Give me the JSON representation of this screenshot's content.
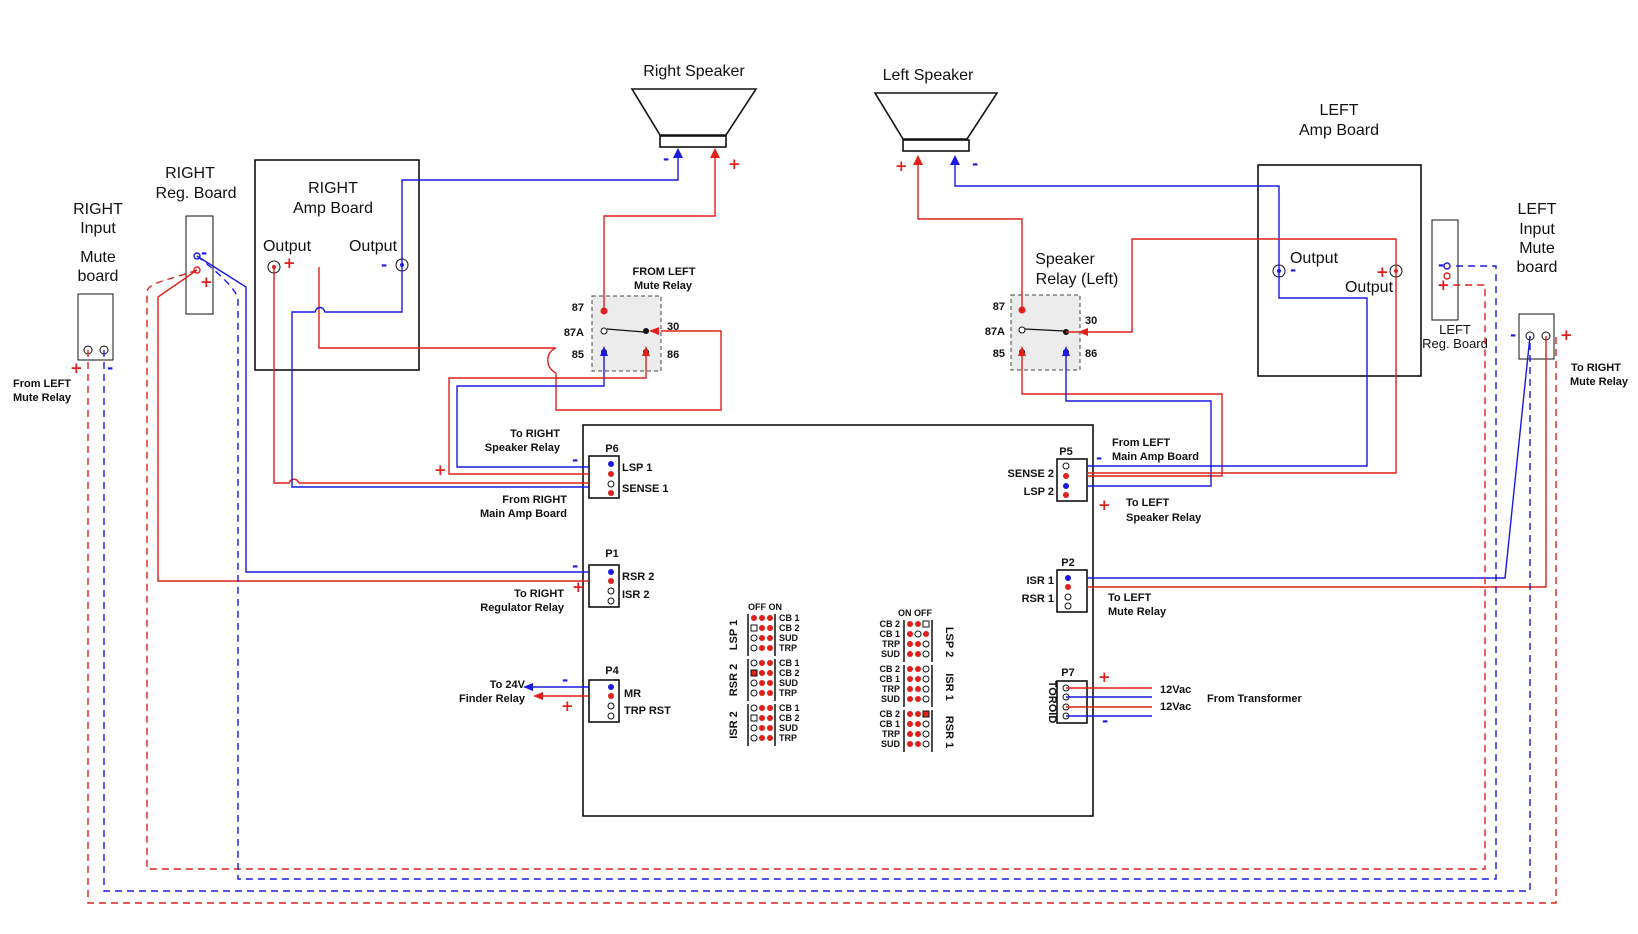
{
  "speakers": {
    "right": {
      "label": "Right Speaker"
    },
    "left": {
      "label": "Left Speaker"
    }
  },
  "right_input": {
    "line1": "RIGHT",
    "line2": "Input",
    "line3": "Mute",
    "line4": "board"
  },
  "right_reg": {
    "line1": "RIGHT",
    "line2": "Reg. Board"
  },
  "right_amp": {
    "line1": "RIGHT",
    "line2": "Amp Board",
    "out_plus": "Output",
    "out_minus": "Output"
  },
  "left_amp": {
    "line1": "LEFT",
    "line2": "Amp Board",
    "out_minus": "Output",
    "out_plus": "Output"
  },
  "left_input": {
    "line1": "LEFT",
    "line2": "Input",
    "line3": "Mute",
    "line4": "board"
  },
  "left_reg": {
    "line1": "LEFT",
    "line2": "Reg. Board"
  },
  "right_relay": {
    "title1": "FROM LEFT",
    "title2": "Mute Relay",
    "pins": [
      "87",
      "87A",
      "85",
      "30",
      "86"
    ]
  },
  "left_relay": {
    "title1": "Speaker",
    "title2": "Relay (Left)",
    "pins": [
      "87",
      "87A",
      "85",
      "30",
      "86"
    ]
  },
  "signs": {
    "plus": "+",
    "minus": "-"
  },
  "notes": {
    "from_left_mute": [
      "From LEFT",
      "Mute Relay"
    ],
    "to_right_mute": [
      "To RIGHT",
      "Mute Relay"
    ],
    "to_right_speaker_relay": [
      "To RIGHT",
      "Speaker Relay"
    ],
    "from_right_main_amp": [
      "From RIGHT",
      "Main Amp Board"
    ],
    "to_right_reg_relay": [
      "To RIGHT",
      "Regulator Relay"
    ],
    "to_24v": [
      "To 24V",
      "Finder Relay"
    ],
    "from_left_main_amp": [
      "From LEFT",
      "Main Amp Board"
    ],
    "to_left_speaker_relay": [
      "To LEFT",
      "Speaker Relay"
    ],
    "to_left_mute": [
      "To LEFT",
      "Mute Relay"
    ],
    "from_transformer": "From Transformer",
    "vac1": "12Vac",
    "vac2": "12Vac"
  },
  "connectors": {
    "p6": {
      "name": "P6",
      "pin1": "LSP 1",
      "pin2": "SENSE 1"
    },
    "p1": {
      "name": "P1",
      "pin1": "RSR 2",
      "pin2": "ISR 2"
    },
    "p4": {
      "name": "P4",
      "pin1": "MR",
      "pin2": "TRP RST"
    },
    "p5": {
      "name": "P5",
      "pin1": "SENSE 2",
      "pin2": "LSP 2"
    },
    "p2": {
      "name": "P2",
      "pin1": "ISR 1",
      "pin2": "RSR 1"
    },
    "p7": {
      "name": "P7",
      "side": "TOROID"
    }
  },
  "dip_left": {
    "header": "OFF ON",
    "groups": [
      {
        "name": "LSP 1",
        "items": [
          "CB 1",
          "CB 2",
          "SUD",
          "TRP"
        ]
      },
      {
        "name": "RSR 2",
        "items": [
          "CB 1",
          "CB 2",
          "SUD",
          "TRP"
        ]
      },
      {
        "name": "ISR 2",
        "items": [
          "CB 1",
          "CB 2",
          "SUD",
          "TRP"
        ]
      }
    ]
  },
  "dip_right": {
    "header": "ON OFF",
    "groups": [
      {
        "name": "LSP 2",
        "items": [
          "CB 2",
          "CB 1",
          "TRP",
          "SUD"
        ]
      },
      {
        "name": "ISR 1",
        "items": [
          "CB 2",
          "CB 1",
          "TRP",
          "SUD"
        ]
      },
      {
        "name": "RSR 1",
        "items": [
          "CB 2",
          "CB 1",
          "TRP",
          "SUD"
        ]
      }
    ]
  }
}
